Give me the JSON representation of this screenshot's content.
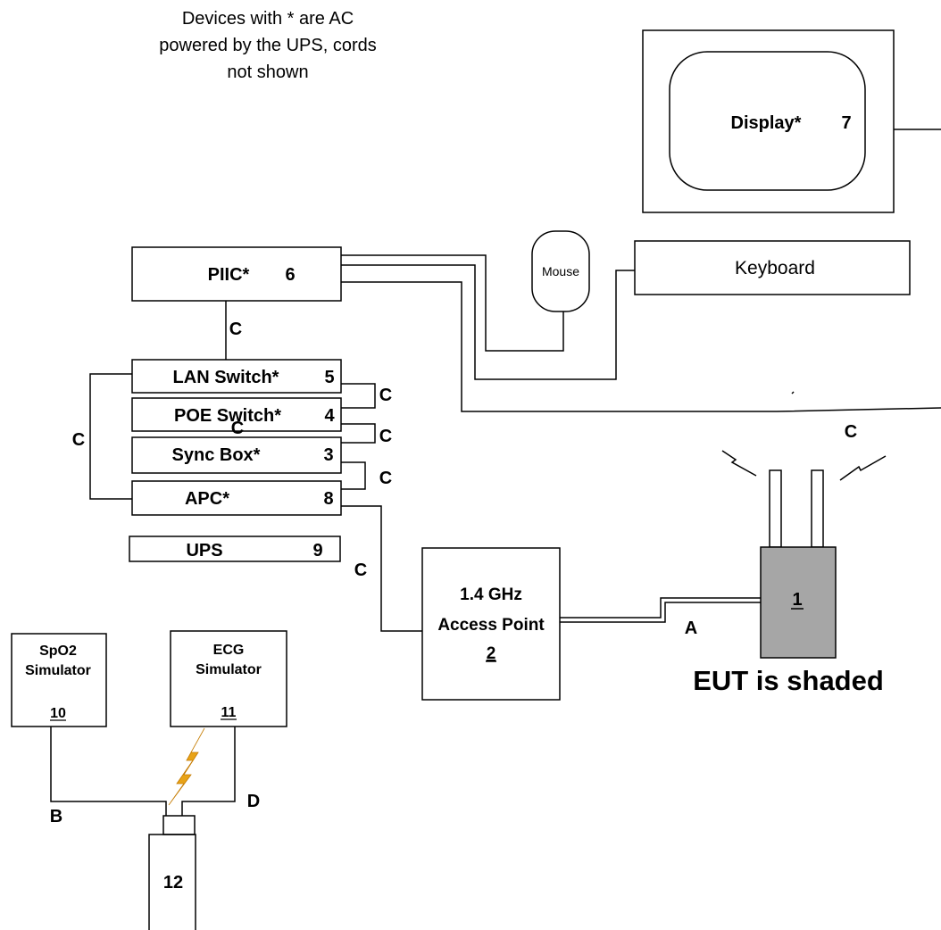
{
  "note": {
    "line1": "Devices with * are AC",
    "line2": "powered by the UPS, cords",
    "line3": "not shown"
  },
  "devices": {
    "display": {
      "label": "Display*",
      "num": "7"
    },
    "piic": {
      "label": "PIIC*",
      "num": "6"
    },
    "mouse": {
      "label": "Mouse"
    },
    "keyboard": {
      "label": "Keyboard"
    },
    "lan_switch": {
      "label": "LAN Switch*",
      "num": "5"
    },
    "poe_switch": {
      "label": "POE Switch*",
      "num": "4"
    },
    "sync_box": {
      "label": "Sync Box*",
      "num": "3"
    },
    "apc": {
      "label": "APC*",
      "num": "8"
    },
    "ups": {
      "label": "UPS",
      "num": "9"
    },
    "access_point": {
      "line1": "1.4 GHz",
      "line2": "Access Point",
      "num": "2"
    },
    "eut": {
      "num": "1",
      "fill_color": "#a6a6a6"
    },
    "spo2": {
      "line1": "SpO2",
      "line2": "Simulator",
      "num": "10"
    },
    "ecg": {
      "line1": "ECG",
      "line2": "Simulator",
      "num": "11"
    },
    "patient_device": {
      "num": "12"
    }
  },
  "cables": {
    "piic_lan": "C",
    "left_loop": "C",
    "lan_poe": "C",
    "poe_overlap": "C",
    "poe_sync": "C",
    "sync_apc": "C",
    "apc_ap": "C",
    "right_cable": "C",
    "ap_eut": "A",
    "spo2_cable": "B",
    "ecg_cable": "D"
  },
  "eut_caption": "EUT is shaded",
  "colors": {
    "lightning": "#e8a317"
  }
}
